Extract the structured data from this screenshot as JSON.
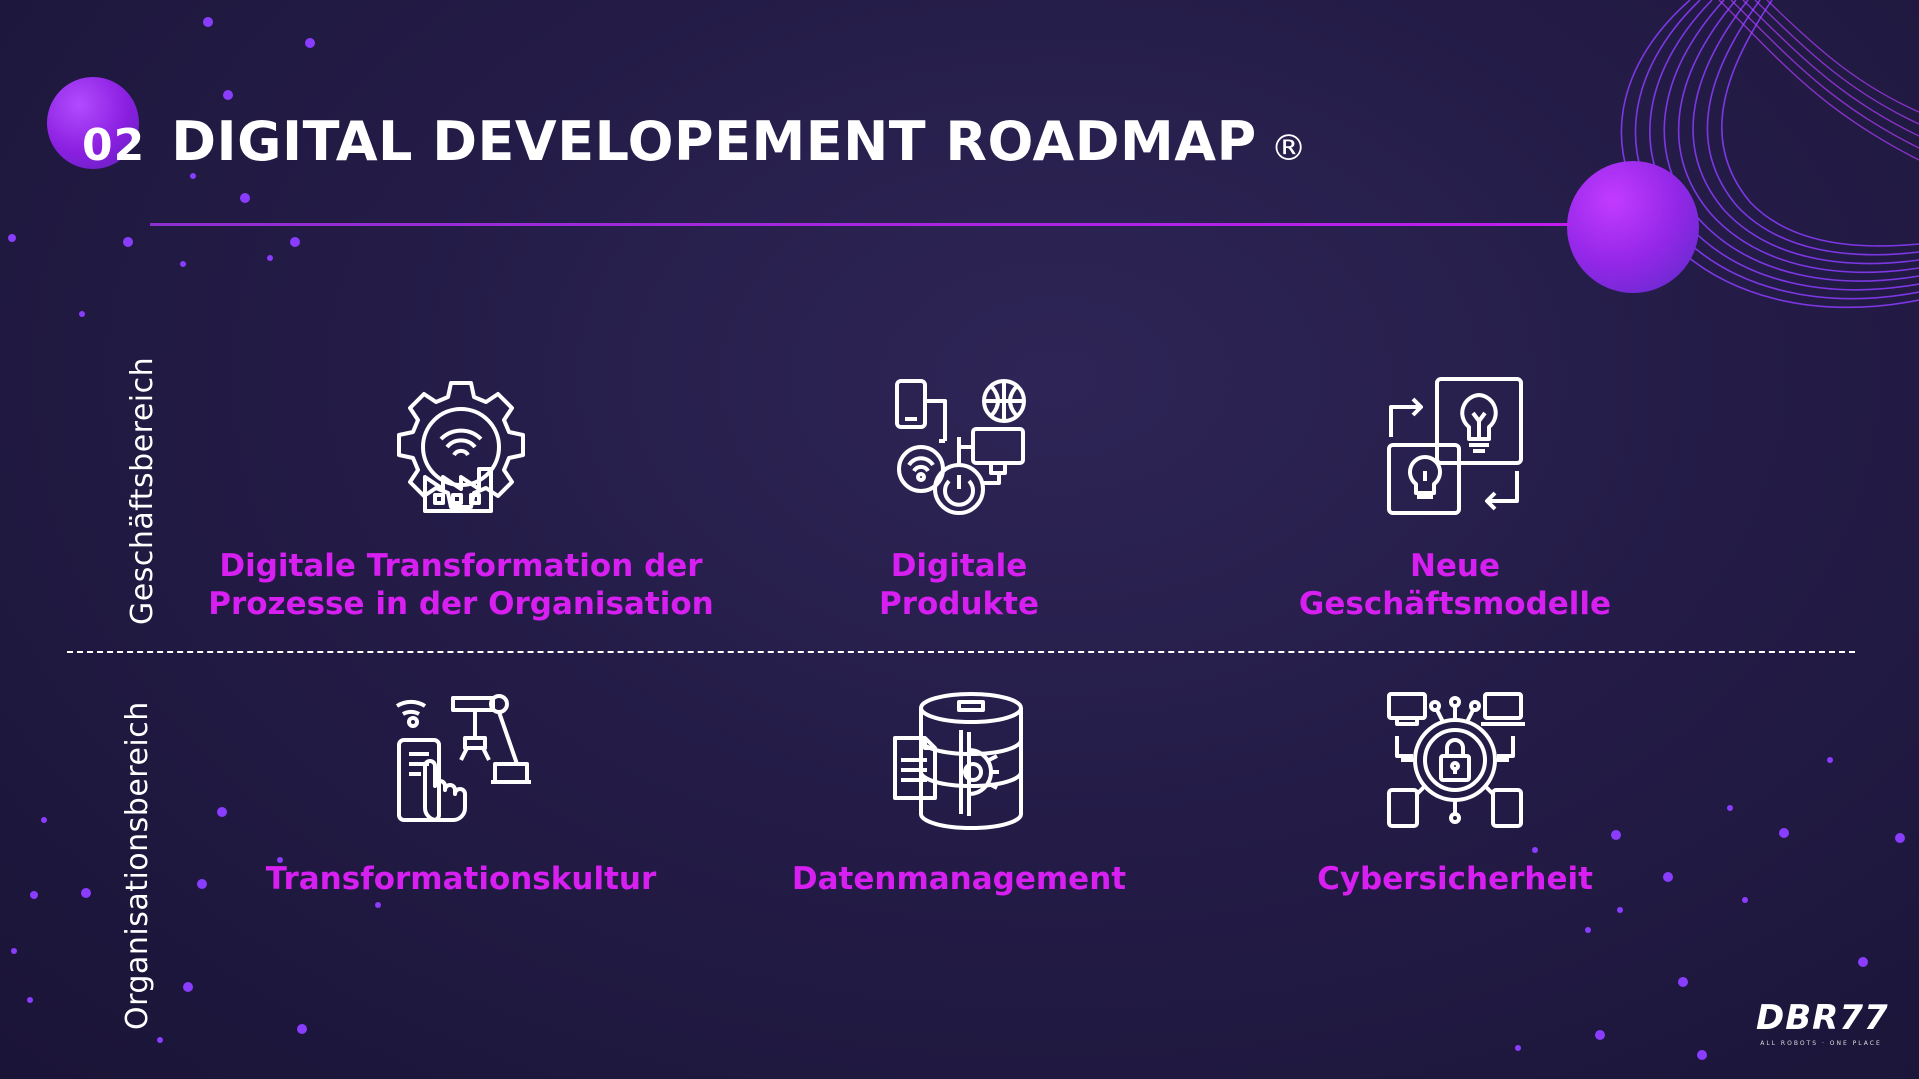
{
  "slide": {
    "number": "02",
    "title": "DIGITAL DEVELOPEMENT ROADMAP",
    "registered": "®"
  },
  "sections": {
    "business": "Geschäftsbereich",
    "organization": "Organisationsbereich"
  },
  "business_items": [
    {
      "label": "Digitale Transformation der\nProzesse in der Organisation",
      "icon": "factory-gear-icon"
    },
    {
      "label": "Digitale\nProdukte",
      "icon": "digital-devices-icon"
    },
    {
      "label": "Neue\nGeschäftsmodelle",
      "icon": "idea-exchange-icon"
    }
  ],
  "organization_items": [
    {
      "label": "Transformationskultur",
      "icon": "robot-arm-tablet-icon"
    },
    {
      "label": "Datenmanagement",
      "icon": "database-gear-icon"
    },
    {
      "label": "Cybersicherheit",
      "icon": "network-lock-icon"
    }
  ],
  "logo": {
    "text": "DBR77",
    "tagline": "ALL ROBOTS · ONE PLACE"
  },
  "colors": {
    "accent": "#d61ff0",
    "background": "#241c47",
    "text": "#ffffff"
  }
}
